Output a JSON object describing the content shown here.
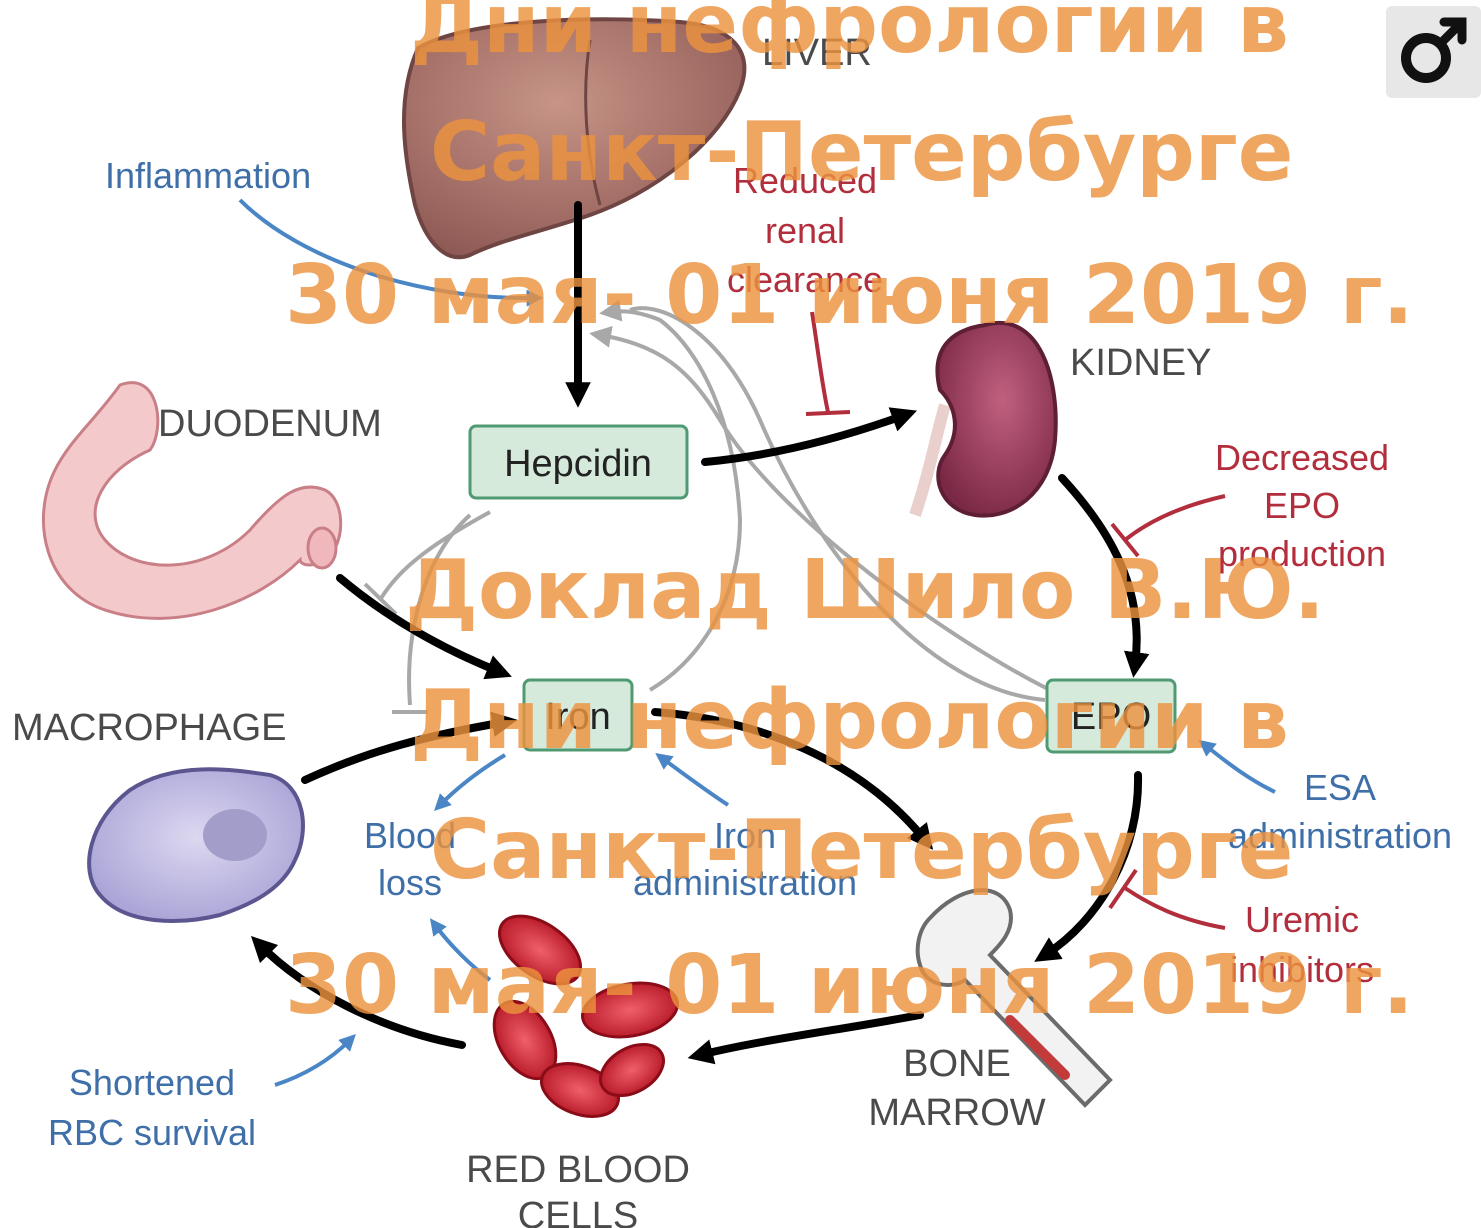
{
  "organs": {
    "liver": "LIVER",
    "kidney": "KIDNEY",
    "duodenum": "DUODENUM",
    "macrophage": "MACROPHAGE",
    "bone_marrow": [
      "BONE",
      "MARROW"
    ],
    "red_blood_cells": [
      "RED BLOOD",
      "CELLS"
    ]
  },
  "nodes": {
    "hepcidin": "Hepcidin",
    "iron": "Iron",
    "epo": "EPO"
  },
  "stimulators": {
    "inflammation": "Inflammation",
    "blood_loss": [
      "Blood",
      "loss"
    ],
    "iron_administration": [
      "Iron",
      "administration"
    ],
    "esa_administration": [
      "ESA",
      "administration"
    ],
    "shortened_rbc_survival": [
      "Shortened",
      "RBC survival"
    ]
  },
  "inhibitors": {
    "reduced_renal_clearance": [
      "Reduced",
      "renal",
      "clearance"
    ],
    "decreased_epo_production": [
      "Decreased",
      "EPO",
      "production"
    ],
    "uremic_inhibitors": [
      "Uremic",
      "inhibitors"
    ]
  },
  "watermark": [
    "Дни нефрологии в",
    "Санкт-Петербурге",
    "30 мая- 01 июня 2019 г.",
    "Доклад Шило В.Ю.",
    "Дни нефрологии в",
    "Санкт-Петербурге",
    "30 мая- 01 июня 2019 г."
  ],
  "colors": {
    "stimulator_arrow": "#4a86c5",
    "inhibitor": "#b22e3c",
    "main_arrow": "#000000",
    "feedback_arrow": "#a8a8a8",
    "node_fill": "#d5eadb",
    "node_border": "#4f9a72",
    "watermark": "#ec923e"
  },
  "icons": {
    "corner_badge": "male-symbol-icon"
  }
}
